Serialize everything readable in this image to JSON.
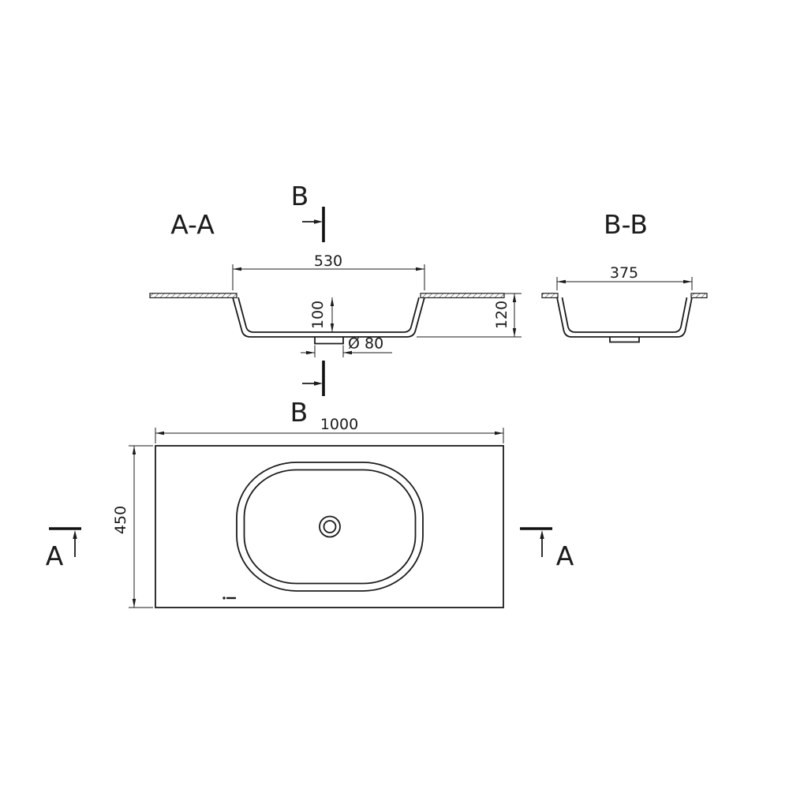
{
  "views": {
    "section_aa": {
      "label": "A-A",
      "dims": {
        "basin_width": "530",
        "basin_depth": "100",
        "total_depth": "120",
        "drain_diameter": "Ø 80"
      }
    },
    "section_bb": {
      "label": "B-B",
      "dims": {
        "basin_width": "375"
      }
    },
    "plan": {
      "dims": {
        "width": "1000",
        "depth": "450"
      }
    }
  },
  "cut_marks": {
    "b_top": "B",
    "b_bottom": "B",
    "a_left": "A",
    "a_right": "A"
  },
  "colors": {
    "line": "#1b1b1b",
    "background": "#ffffff"
  }
}
